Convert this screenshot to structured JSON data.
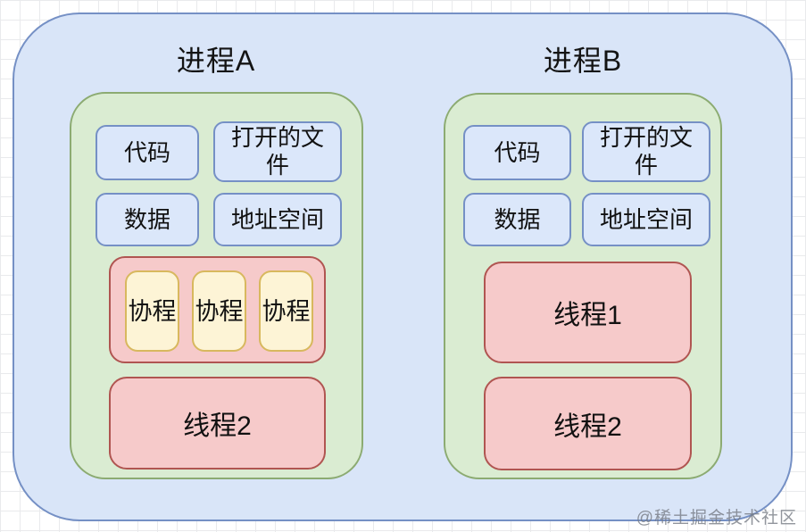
{
  "page": {
    "watermark": "@稀土掘金技术社区"
  },
  "colors": {
    "outer_fill": "#d9e5f8",
    "outer_border": "#7590c5",
    "process_fill": "#daecd2",
    "process_border": "#8cab72",
    "resource_fill": "#dbe7fa",
    "resource_border": "#7590c5",
    "thread_fill": "#f6caca",
    "thread_border": "#b05551",
    "coroutine_fill": "#fdf4d6",
    "coroutine_border": "#d8b85e",
    "text": "#111111",
    "grid_line": "#e9eaec"
  },
  "diagram": {
    "processes": [
      {
        "title": "进程A",
        "resources": [
          "代码",
          "打开的文件",
          "数据",
          "地址空间"
        ],
        "coroutines": [
          "协程",
          "协程",
          "协程"
        ],
        "threads": [
          "线程2"
        ]
      },
      {
        "title": "进程B",
        "resources": [
          "代码",
          "打开的文件",
          "数据",
          "地址空间"
        ],
        "coroutines": [],
        "threads": [
          "线程1",
          "线程2"
        ]
      }
    ]
  }
}
